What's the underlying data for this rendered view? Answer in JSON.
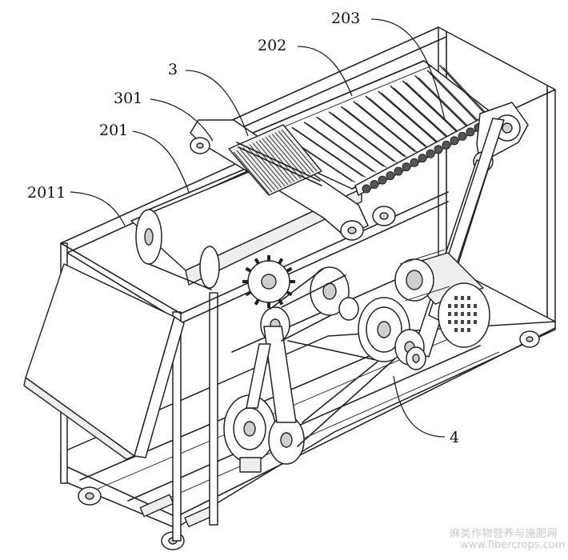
{
  "callouts": {
    "c203": "203",
    "c202": "202",
    "c3": "3",
    "c301": "301",
    "c201": "201",
    "c2011": "2011",
    "c4": "4"
  },
  "watermark": {
    "line1": "麻类作物营养与施肥网",
    "line2": "www.fibercrops.com"
  }
}
